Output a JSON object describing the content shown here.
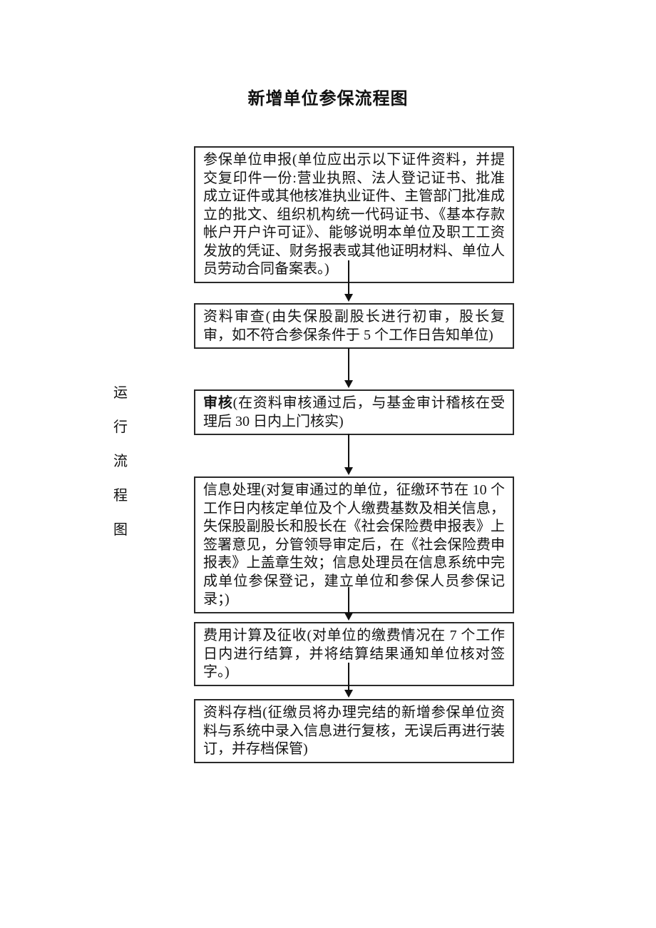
{
  "document": {
    "title": "新增单位参保流程图",
    "side_label": {
      "text": "运行流程图",
      "chars": [
        "运",
        "行",
        "流",
        "程",
        "图"
      ]
    }
  },
  "flowchart": {
    "nodes": [
      {
        "lead": "",
        "text": "参保单位申报(单位应出示以下证件资料，并提交复印件一份:营业执照、法人登记证书、批准成立证件或其他核准执业证件、主管部门批准成立的批文、组织机构统一代码证书、《基本存款帐户开户许可证》、能够说明本单位及职工工资发放的凭证、财务报表或其他证明材料、单位人员劳动合同备案表。)"
      },
      {
        "lead": "",
        "text": "资料审查(由失保股副股长进行初审，股长复审，如不符合参保条件于 5 个工作日告知单位)"
      },
      {
        "lead": "审核",
        "text": "(在资料审核通过后，与基金审计稽核在受理后 30 日内上门核实)"
      },
      {
        "lead": "",
        "text": "信息处理(对复审通过的单位，征缴环节在 10 个工作日内核定单位及个人缴费基数及相关信息，失保股副股长和股长在《社会保险费申报表》上签署意见，分管领导审定后，在《社会保险费申报表》上盖章生效；信息处理员在信息系统中完成单位参保登记，建立单位和参保人员参保记录；)"
      },
      {
        "lead": "",
        "text": "费用计算及征收(对单位的缴费情况在 7 个工作日内进行结算，并将结算结果通知单位核对签字。)"
      },
      {
        "lead": "",
        "text": "资料存档(征缴员将办理完结的新增参保单位资料与系统中录入信息进行复核，无误后再进行装订，并存档保管)"
      }
    ],
    "colors": {
      "border": "#2a2a2a",
      "arrow": "#111111",
      "text": "#141414",
      "background": "#ffffff"
    }
  }
}
